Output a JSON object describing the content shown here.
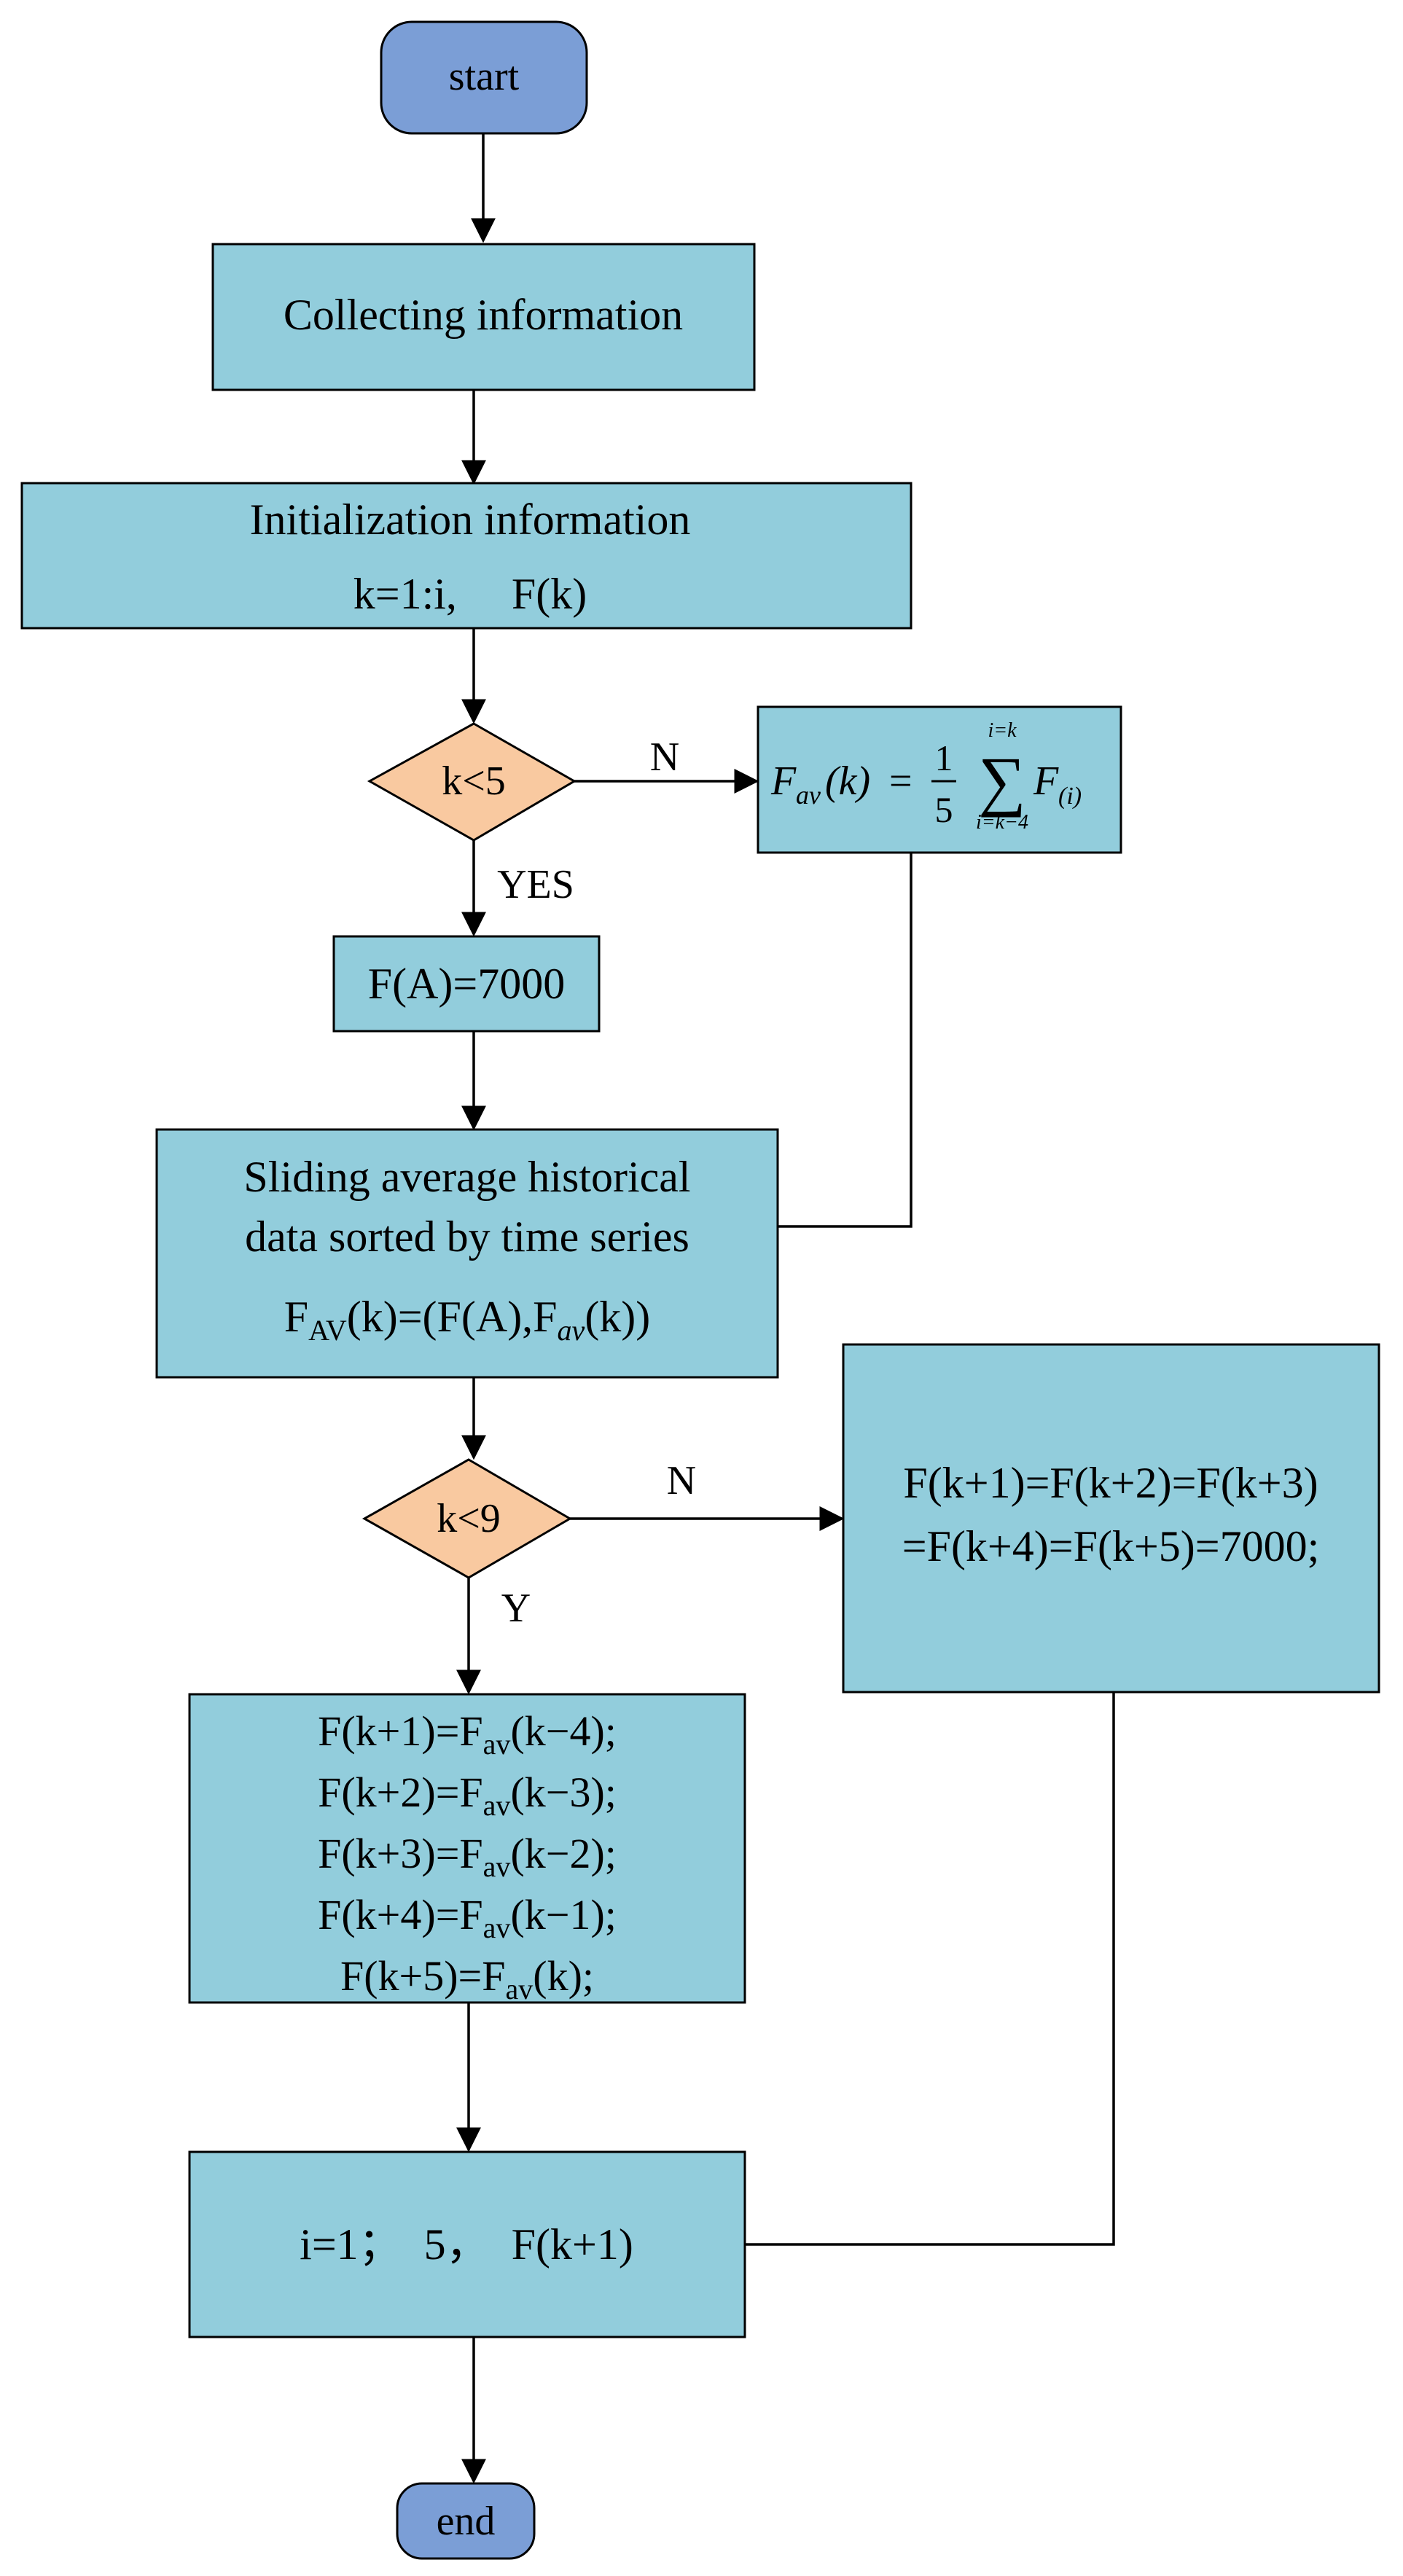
{
  "nodes": {
    "start": "start",
    "collect": "Collecting information",
    "init_title": "Initialization information",
    "init_formula": "k=1:i,     F(k)",
    "decision1": "k<5",
    "fav_formula": {
      "lhs_F": "F",
      "lhs_sub": "av",
      "lhs_arg": "(k)",
      "eq": "=",
      "frac_num": "1",
      "frac_den": "5",
      "sigma": "∑",
      "sum_upper": "i=k",
      "sum_lower": "i=k−4",
      "rhs_F": "F",
      "rhs_sub": "(i)"
    },
    "fa": "F(A)=7000",
    "sliding_line1": "Sliding average historical",
    "sliding_line2": "data sorted by time series",
    "sliding_formula": {
      "a": "F",
      "a_sub": "AV",
      "b": "(k)=(F(A),F",
      "b_sub": "av",
      "c": "(k))"
    },
    "decision2": "k<9",
    "right_box_line1": "F(k+1)=F(k+2)=F(k+3)",
    "right_box_line2": "=F(k+4)=F(k+5)=7000;",
    "assign_lines": [
      {
        "pre": "F(k+1)=F",
        "sub": "av",
        "post": "(k−4);"
      },
      {
        "pre": "F(k+2)=F",
        "sub": "av",
        "post": "(k−3);"
      },
      {
        "pre": "F(k+3)=F",
        "sub": "av",
        "post": "(k−2);"
      },
      {
        "pre": "F(k+4)=F",
        "sub": "av",
        "post": "(k−1);"
      },
      {
        "pre": "F(k+5)=F",
        "sub": "av",
        "post": "(k);"
      }
    ],
    "loop_box": "i=1；  5，  F(k+1)",
    "end": "end"
  },
  "edge_labels": {
    "d1_no": "N",
    "d1_yes": "YES",
    "d2_no": "N",
    "d2_yes": "Y"
  },
  "colors": {
    "process_fill": "#92cddc",
    "terminal_fill": "#7b9ed6",
    "decision_fill": "#f9c9a0",
    "line": "#000000"
  }
}
